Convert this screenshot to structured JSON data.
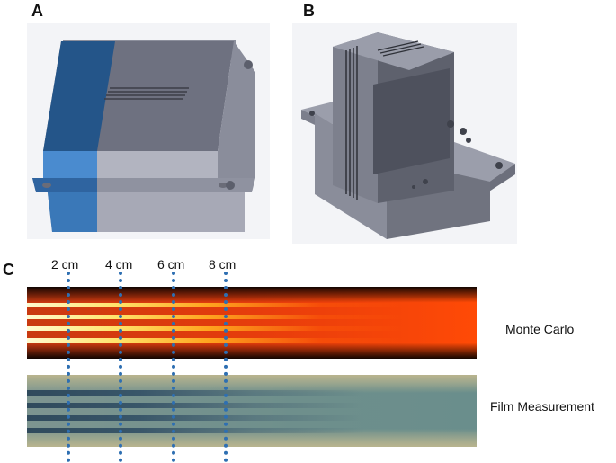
{
  "panels": {
    "a_letter": "A",
    "b_letter": "B",
    "c_letter": "C"
  },
  "depth_markers": [
    "2 cm",
    "4 cm",
    "6 cm",
    "8 cm"
  ],
  "strips": {
    "monte_carlo_label": "Monte  Carlo",
    "film_label": "Film Measurement"
  },
  "colors": {
    "marker_line": "#2e6fb2",
    "cad_blue_highlight": "#3a78b8",
    "cad_gray": "#7a7c8a"
  }
}
